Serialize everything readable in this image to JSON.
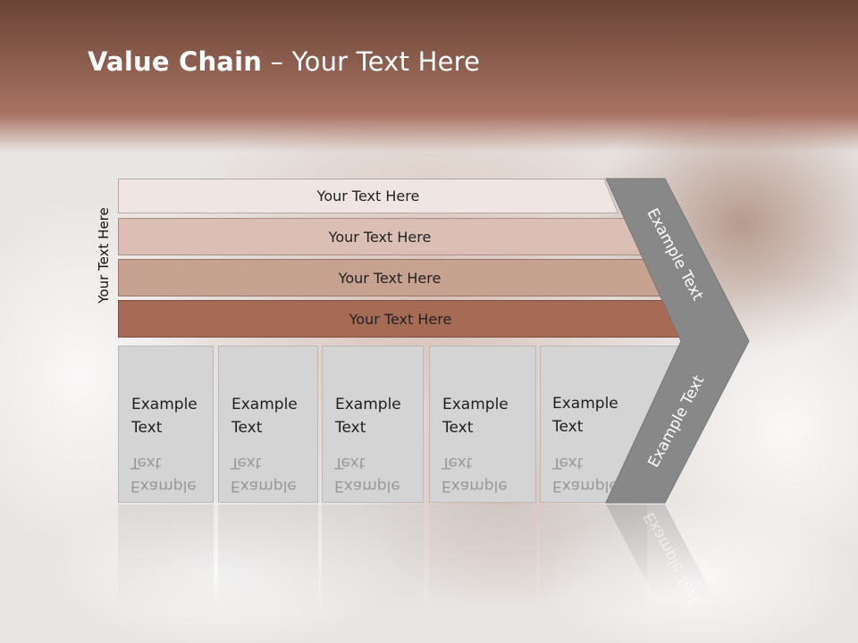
{
  "slide": {
    "title_bold": "Value Chain",
    "title_rest": " – Your Text Here",
    "side_label": "Your Text Here",
    "bars": [
      {
        "label": "Your Text Here",
        "color": "#efe5e2"
      },
      {
        "label": "Your Text Here",
        "color": "#dcbfb4"
      },
      {
        "label": "Your Text Here",
        "color": "#c7a291"
      },
      {
        "label": "Your Text Here",
        "color": "#a56b55"
      }
    ],
    "boxes": [
      {
        "line1": "Example",
        "line2": "Text"
      },
      {
        "line1": "Example",
        "line2": "Text"
      },
      {
        "line1": "Example",
        "line2": "Text"
      },
      {
        "line1": "Example",
        "line2": "Text"
      },
      {
        "line1": "Example",
        "line2": "Text"
      }
    ],
    "chevron_upper_label": "Example Text",
    "chevron_lower_label": "Example Text",
    "colors": {
      "header_top": "#6a4436",
      "header_bottom": "#a87262",
      "chevron": "#888888",
      "box": "#d4d4d4"
    }
  }
}
